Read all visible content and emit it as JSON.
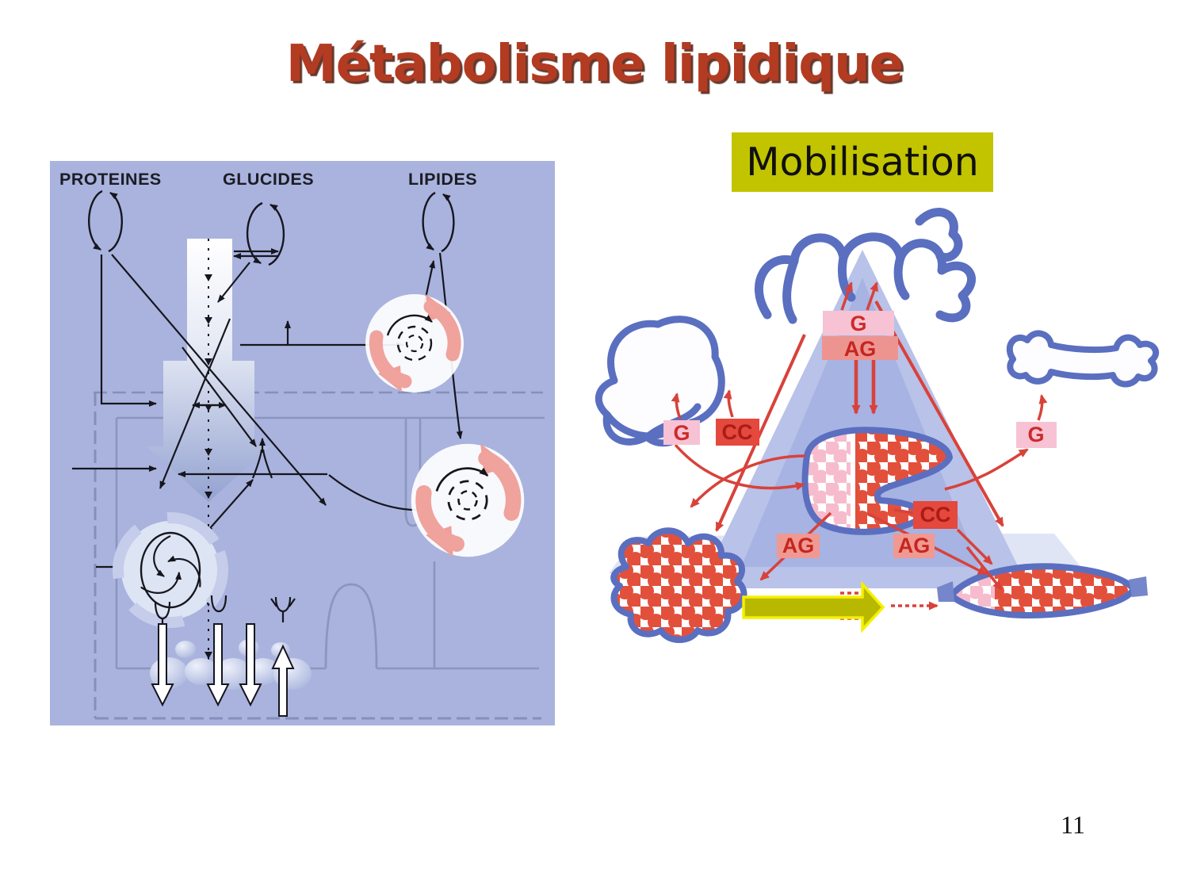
{
  "slide": {
    "title": "Métabolisme lipidique",
    "page_number": "11"
  },
  "highlight": {
    "label": "Mobilisation"
  },
  "left_diagram": {
    "labels": {
      "proteines": "PROTEINES",
      "glucides": "GLUCIDES",
      "lipides": "LIPIDES"
    }
  },
  "right_diagram": {
    "boxes": {
      "g_top": "G",
      "ag_top": "AG",
      "g_left": "G",
      "cc_left": "CC",
      "g_right": "G",
      "cc_middle": "CC",
      "ag_bottom_left": "AG",
      "ag_bottom_right": "AG"
    }
  },
  "colors": {
    "title_red": "#b23b21",
    "highlight_yellow": "#c2c400",
    "panel_blue": "#a9b3de",
    "organ_outline_blue": "#5b6fc0",
    "arrow_red": "#d8423b",
    "pink_box": "#f7c2d4",
    "salmon_box": "#ee9490",
    "red_box": "#e5483d",
    "yellow_arrow_fill": "#b9b800",
    "yellow_arrow_edge": "#f5f000"
  }
}
